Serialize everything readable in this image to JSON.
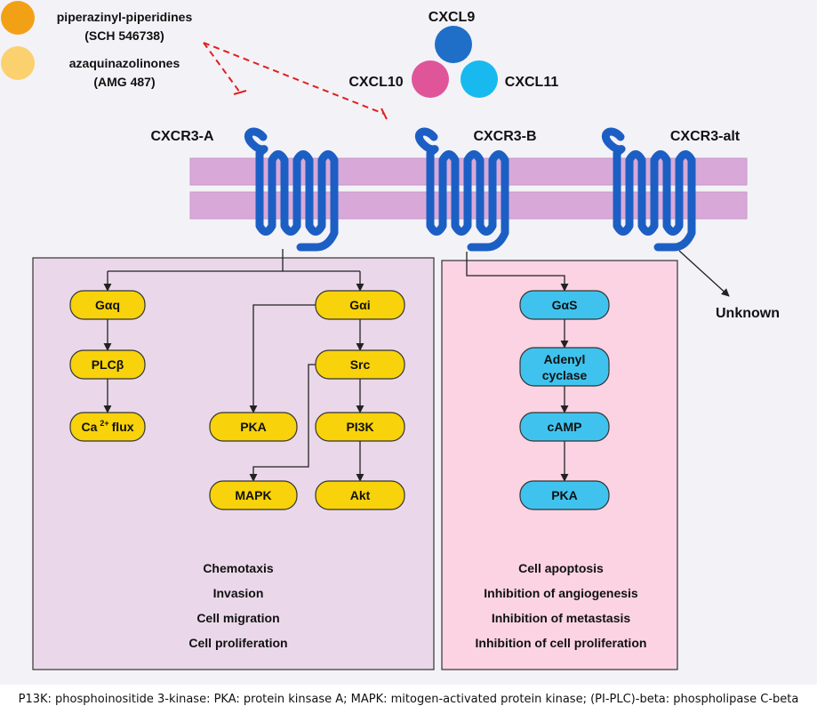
{
  "colors": {
    "background": "#f3f2f7",
    "membrane": "#d8a9d8",
    "receptor": "#1c5fc4",
    "box_a": "#ead8ea",
    "box_b": "#fbd3e3",
    "yellow_node": "#f8d20a",
    "cyan_node": "#3fc3ee",
    "inhibitor_line": "#e02020",
    "cxcl9": "#1f6fc9",
    "cxcl10": "#e0559a",
    "cxcl11": "#18b9ee",
    "sch": "#f2a116",
    "amg": "#fbd06e"
  },
  "legend": [
    {
      "name": "piperazinyl-piperidines",
      "code": "(SCH 546738)"
    },
    {
      "name": "azaquinazolinones",
      "code": "(AMG 487)"
    }
  ],
  "ligands": {
    "cxcl9": "CXCL9",
    "cxcl10": "CXCL10",
    "cxcl11": "CXCL11"
  },
  "receptors": {
    "a": "CXCR3-A",
    "b": "CXCR3-B",
    "alt": "CXCR3-alt"
  },
  "unknown": "Unknown",
  "nodes": {
    "gaq": "Gαq",
    "plcb": "PLCβ",
    "ca_flux_pre": "Ca",
    "ca_flux_sup": "2+",
    "ca_flux_post": "flux",
    "gai": "Gαi",
    "src": "Src",
    "pka_a": "PKA",
    "pi3k": "PI3K",
    "mapk": "MAPK",
    "akt": "Akt",
    "gas": "GαS",
    "adenyl_1": "Adenyl",
    "adenyl_2": "cyclase",
    "camp": "cAMP",
    "pka_b": "PKA"
  },
  "effects_a": [
    "Chemotaxis",
    "Invasion",
    "Cell migration",
    "Cell proliferation"
  ],
  "effects_b": [
    "Cell apoptosis",
    "Inhibition of angiogenesis",
    "Inhibition of metastasis",
    "Inhibition of cell proliferation"
  ],
  "caption": "P13K: phosphoinositide 3-kinase: PKA: protein kinsase A; MAPK: mitogen-activated protein kinase;  (PI-PLC)-beta: phospholipase C-beta"
}
